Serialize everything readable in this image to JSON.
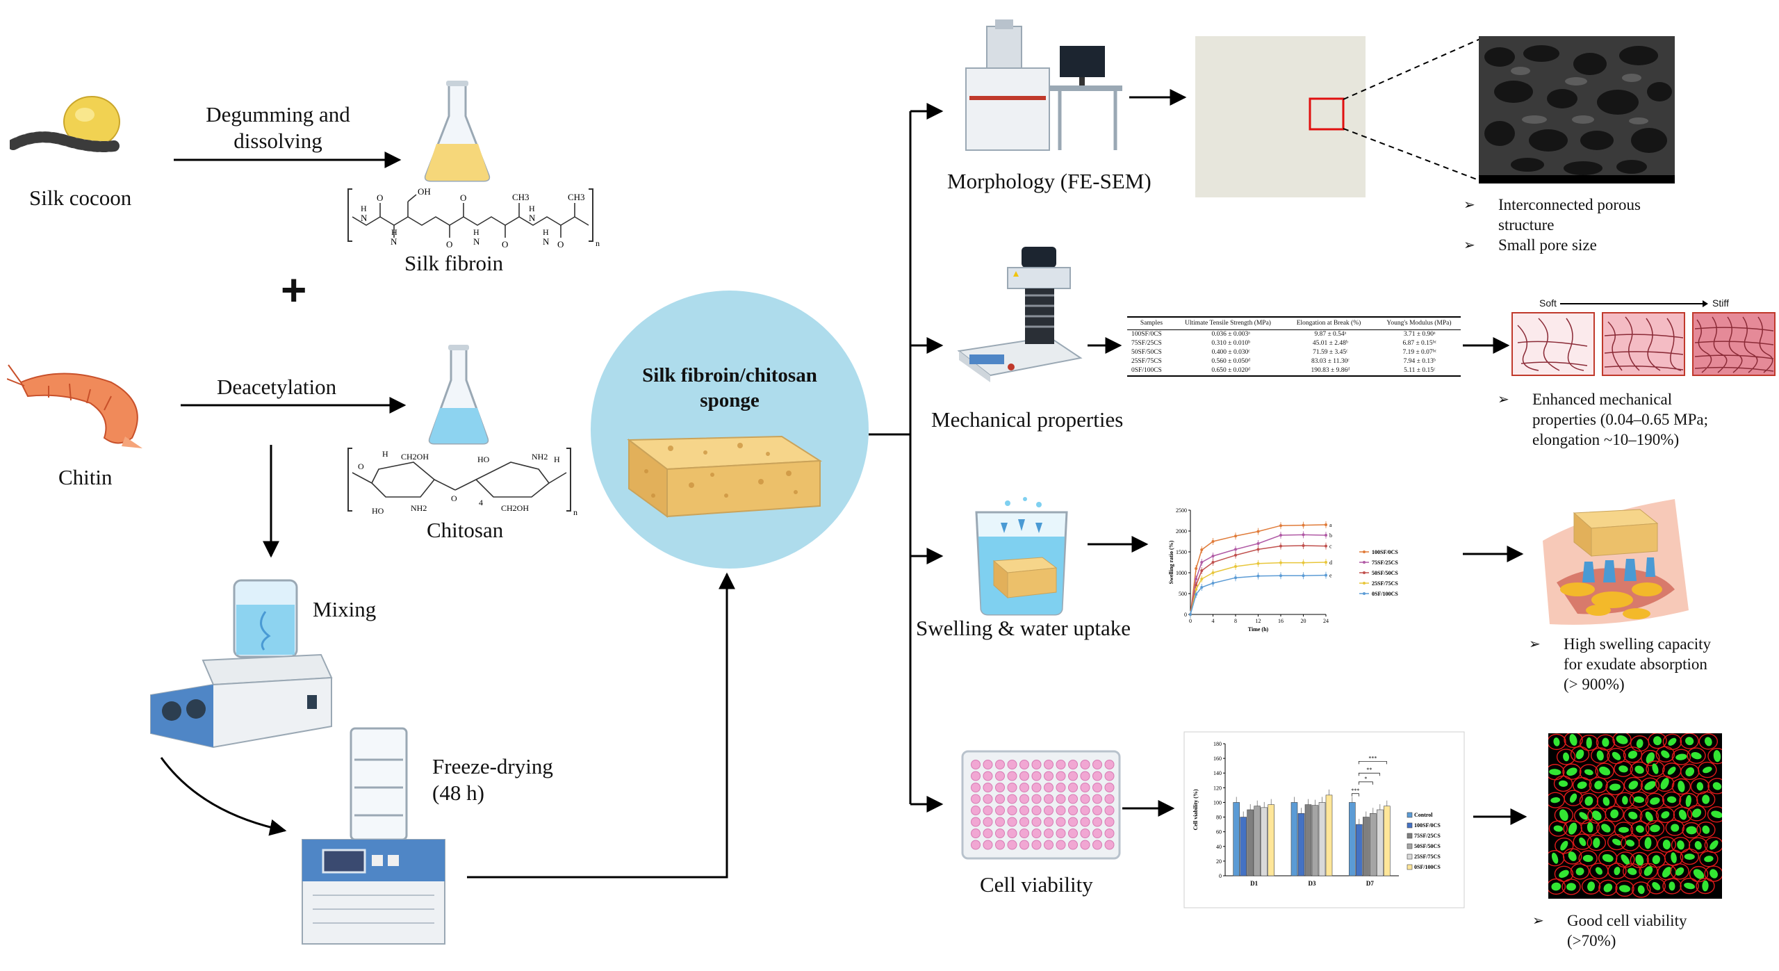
{
  "left": {
    "silk_cocoon": "Silk cocoon",
    "degumming_line1": "Degumming and",
    "degumming_line2": "dissolving",
    "silk_fibroin": "Silk fibroin",
    "plus": "+",
    "chitin": "Chitin",
    "deacetylation": "Deacetylation",
    "chitosan": "Chitosan",
    "mixing": "Mixing",
    "freeze_line1": "Freeze-drying",
    "freeze_line2": "(48 h)"
  },
  "center": {
    "title_line1": "Silk fibroin/chitosan",
    "title_line2": "sponge"
  },
  "chemistry": {
    "fibroin_atoms": [
      "OH",
      "H",
      "N",
      "O",
      "H",
      "N",
      "O",
      "H",
      "N",
      "O",
      "CH3",
      "H",
      "N",
      "O",
      "H",
      "N",
      "O",
      "CH3",
      "n"
    ],
    "chitosan_atoms": [
      "H",
      "CH2OH",
      "NH2",
      "HO",
      "O",
      "HO",
      "H",
      "CH2OH",
      "NH2",
      "O",
      "4",
      "n"
    ]
  },
  "right": {
    "morphology": "Morphology (FE-SEM)",
    "morphology_bullets": [
      {
        "line1": "Interconnected porous",
        "line2": "structure"
      },
      {
        "line1": "Small pore size"
      }
    ],
    "mechanical": "Mechanical properties",
    "mechanical_bullet": {
      "line1": "Enhanced mechanical",
      "line2": "properties (0.04–0.65 MPa;",
      "line3": "elongation ~10–190%)"
    },
    "stiffness": {
      "soft": "Soft",
      "stiff": "Stiff"
    },
    "swelling": "Swelling & water uptake",
    "swelling_bullet": {
      "line1": "High swelling capacity",
      "line2": "for exudate absorption",
      "line3": "(> 900%)"
    },
    "cell": "Cell viability",
    "cell_bullet": {
      "line1": "Good cell viability",
      "line2": "(>70%)"
    },
    "bullet_mark": "➢"
  },
  "mech_table": {
    "headers": [
      "Samples",
      "Ultimate Tensile Strength (MPa)",
      "Elongation at Break (%)",
      "Young's Modulus (MPa)"
    ],
    "rows": [
      [
        "100SF/0CS",
        "0.036 ± 0.003ᵃ",
        "9.87 ± 0.54ᵃ",
        "3.71 ± 0.90ᵃ"
      ],
      [
        "75SF/25CS",
        "0.310 ± 0.010ᵇ",
        "45.01 ± 2.48ᵇ",
        "6.87 ± 0.15ᵇᶜ"
      ],
      [
        "50SF/50CS",
        "0.400 ± 0.030ᶜ",
        "71.59 ± 3.45ᶜ",
        "7.19 ± 0.07ᵇᶜ"
      ],
      [
        "25SF/75CS",
        "0.560 ± 0.050ᵈ",
        "83.03 ± 11.30ᶜ",
        "7.94 ± 0.13ᵇ"
      ],
      [
        "0SF/100CS",
        "0.650 ± 0.020ᵈ",
        "190.83 ± 9.86ᵈ",
        "5.11 ± 0.15ᶜ"
      ]
    ]
  },
  "chart_data": [
    {
      "type": "line",
      "xlabel": "Time (h)",
      "ylabel": "Swelling ratio (%)",
      "x": [
        0,
        1,
        2,
        4,
        8,
        12,
        16,
        20,
        24
      ],
      "xticks": [
        0,
        4,
        8,
        12,
        16,
        20,
        24
      ],
      "yticks": [
        0,
        500,
        1000,
        1500,
        2000,
        2500
      ],
      "xlim": [
        0,
        24
      ],
      "ylim": [
        0,
        2500
      ],
      "series": [
        {
          "name": "100SF/0CS",
          "color": "#e07b39",
          "end_label": "a",
          "values": [
            0,
            1100,
            1550,
            1750,
            1880,
            1990,
            2130,
            2140,
            2150
          ]
        },
        {
          "name": "75SF/25CS",
          "color": "#b05aa5",
          "end_label": "b",
          "values": [
            0,
            850,
            1250,
            1400,
            1560,
            1700,
            1900,
            1910,
            1900
          ]
        },
        {
          "name": "50SF/50CS",
          "color": "#c0504d",
          "end_label": "c",
          "values": [
            0,
            700,
            1050,
            1250,
            1420,
            1560,
            1640,
            1650,
            1640
          ]
        },
        {
          "name": "25SF/75CS",
          "color": "#e8c63a",
          "end_label": "d",
          "values": [
            0,
            600,
            850,
            1000,
            1150,
            1220,
            1240,
            1240,
            1250
          ]
        },
        {
          "name": "0SF/100CS",
          "color": "#5b9bd5",
          "end_label": "e",
          "values": [
            0,
            480,
            650,
            750,
            880,
            920,
            930,
            930,
            940
          ]
        }
      ]
    },
    {
      "type": "bar",
      "ylabel": "Cell viability (%)",
      "categories": [
        "D1",
        "D3",
        "D7"
      ],
      "yticks": [
        0,
        20,
        40,
        60,
        80,
        100,
        120,
        140,
        160,
        180
      ],
      "ylim": [
        0,
        180
      ],
      "series": [
        {
          "name": "Control",
          "color": "#5b9bd5",
          "values": [
            100,
            100,
            100
          ]
        },
        {
          "name": "100SF/0CS",
          "color": "#4472c4",
          "values": [
            80,
            85,
            70
          ]
        },
        {
          "name": "75SF/25CS",
          "color": "#7f7f7f",
          "values": [
            90,
            97,
            80
          ]
        },
        {
          "name": "50SF/50CS",
          "color": "#a5a5a5",
          "values": [
            95,
            96,
            85
          ]
        },
        {
          "name": "25SF/75CS",
          "color": "#d9d9d9",
          "values": [
            93,
            100,
            90
          ]
        },
        {
          "name": "0SF/100CS",
          "color": "#ffe699",
          "values": [
            97,
            110,
            95
          ]
        }
      ],
      "significance": [
        "***",
        "*",
        "**",
        "***"
      ]
    }
  ]
}
